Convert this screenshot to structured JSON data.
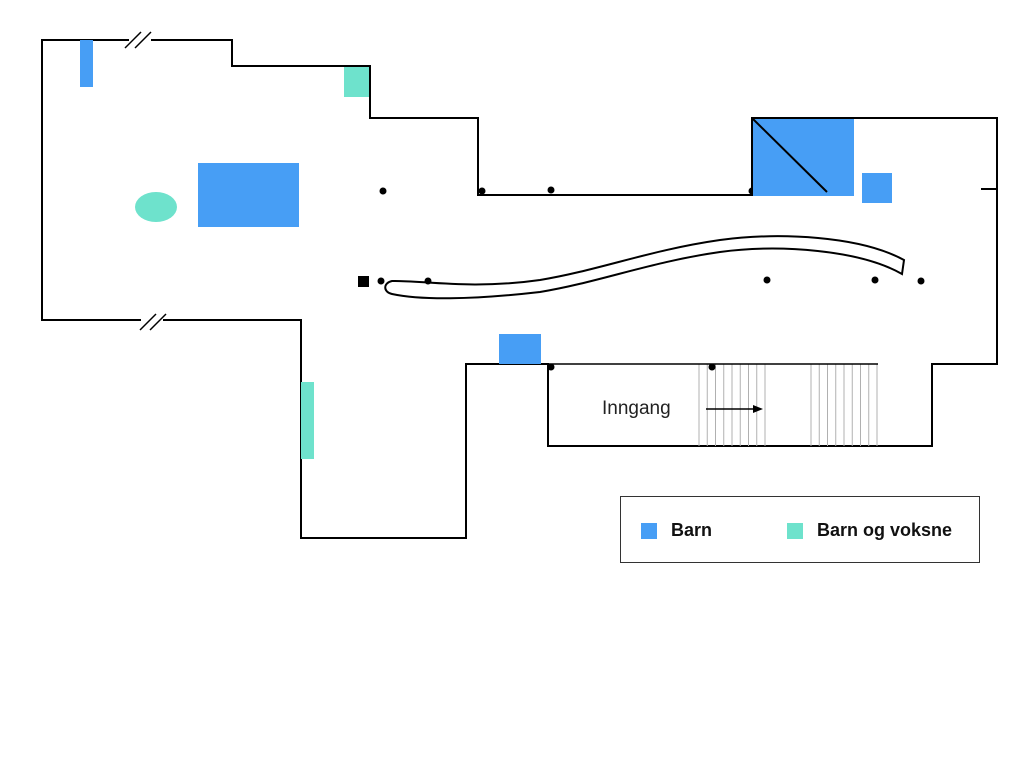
{
  "colors": {
    "barn": "#479ef5",
    "barn_og_voksne": "#6ee2cc",
    "wall": "#000000",
    "stairs": "#b0b0b0"
  },
  "entrance": {
    "label": "Inngang"
  },
  "legend": {
    "items": [
      {
        "label": "Barn",
        "color": "#479ef5"
      },
      {
        "label": "Barn og voksne",
        "color": "#6ee2cc"
      }
    ]
  }
}
